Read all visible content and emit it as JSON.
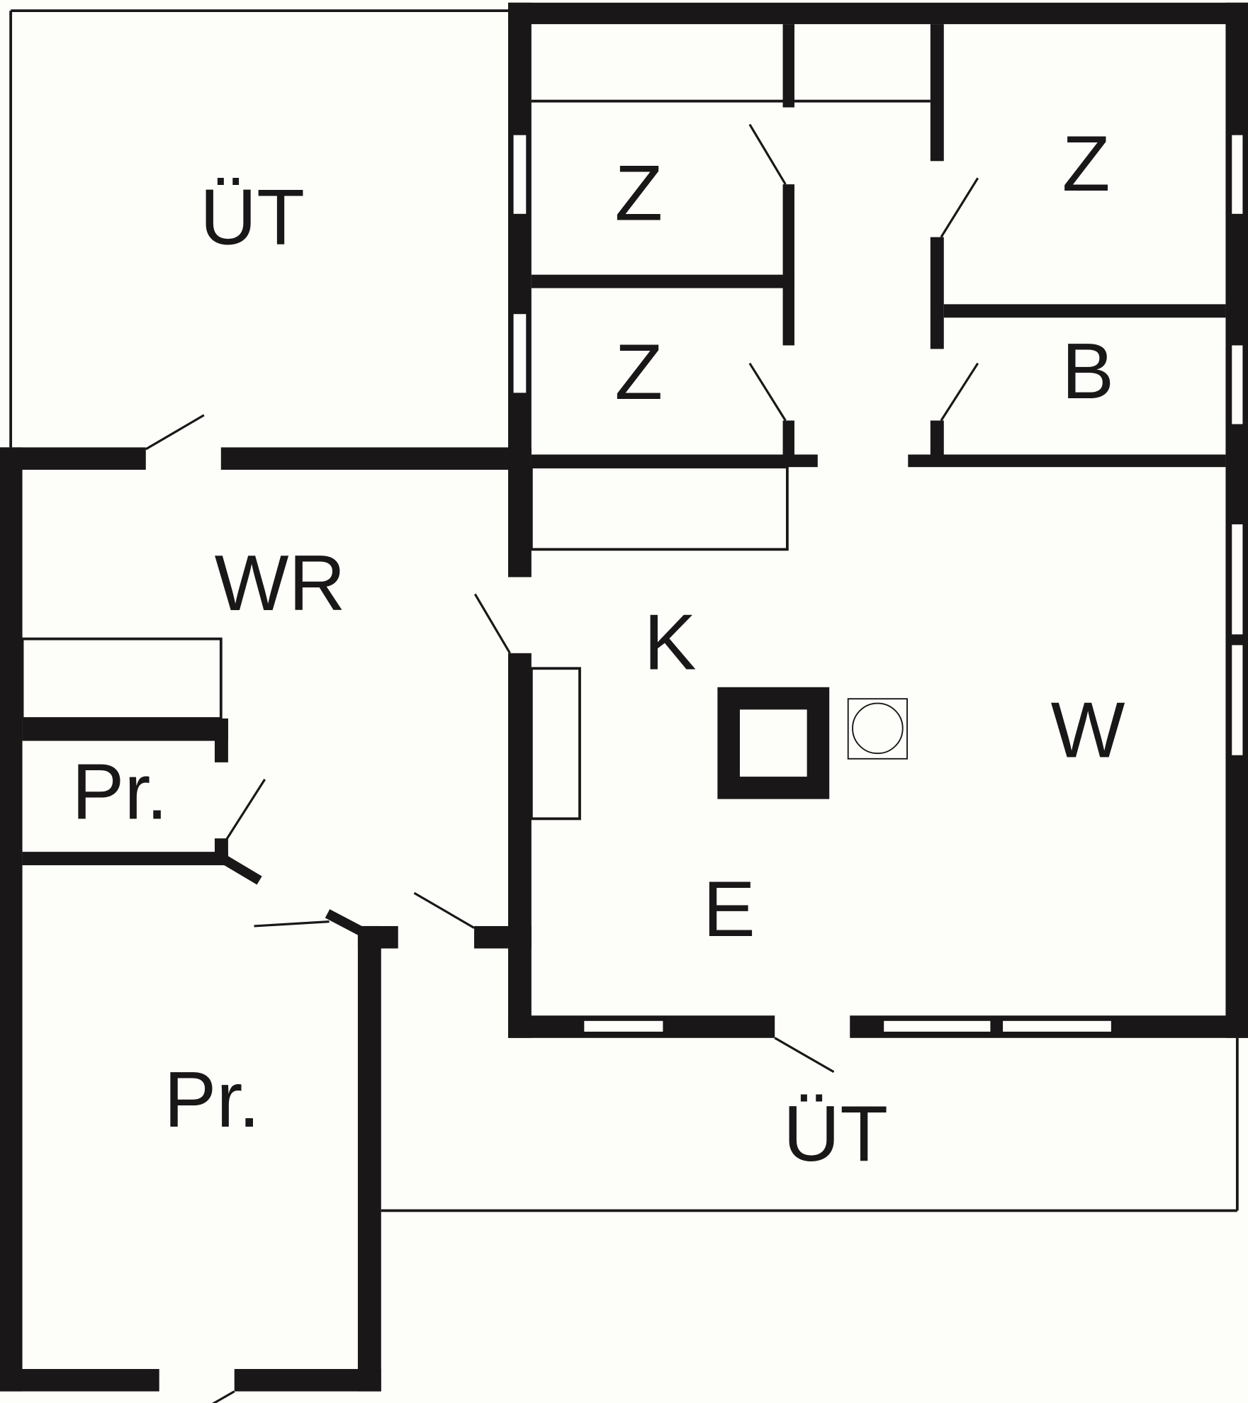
{
  "rooms": {
    "ut_top": "ÜT",
    "z1": "Z",
    "z2": "Z",
    "z3": "Z",
    "b": "B",
    "wr": "WR",
    "k": "K",
    "w": "W",
    "e": "E",
    "pr_small": "Pr.",
    "pr_large": "Pr.",
    "ut_bottom": "ÜT"
  },
  "colors": {
    "ink": "#1a1718",
    "paper": "#fdfdf9"
  }
}
